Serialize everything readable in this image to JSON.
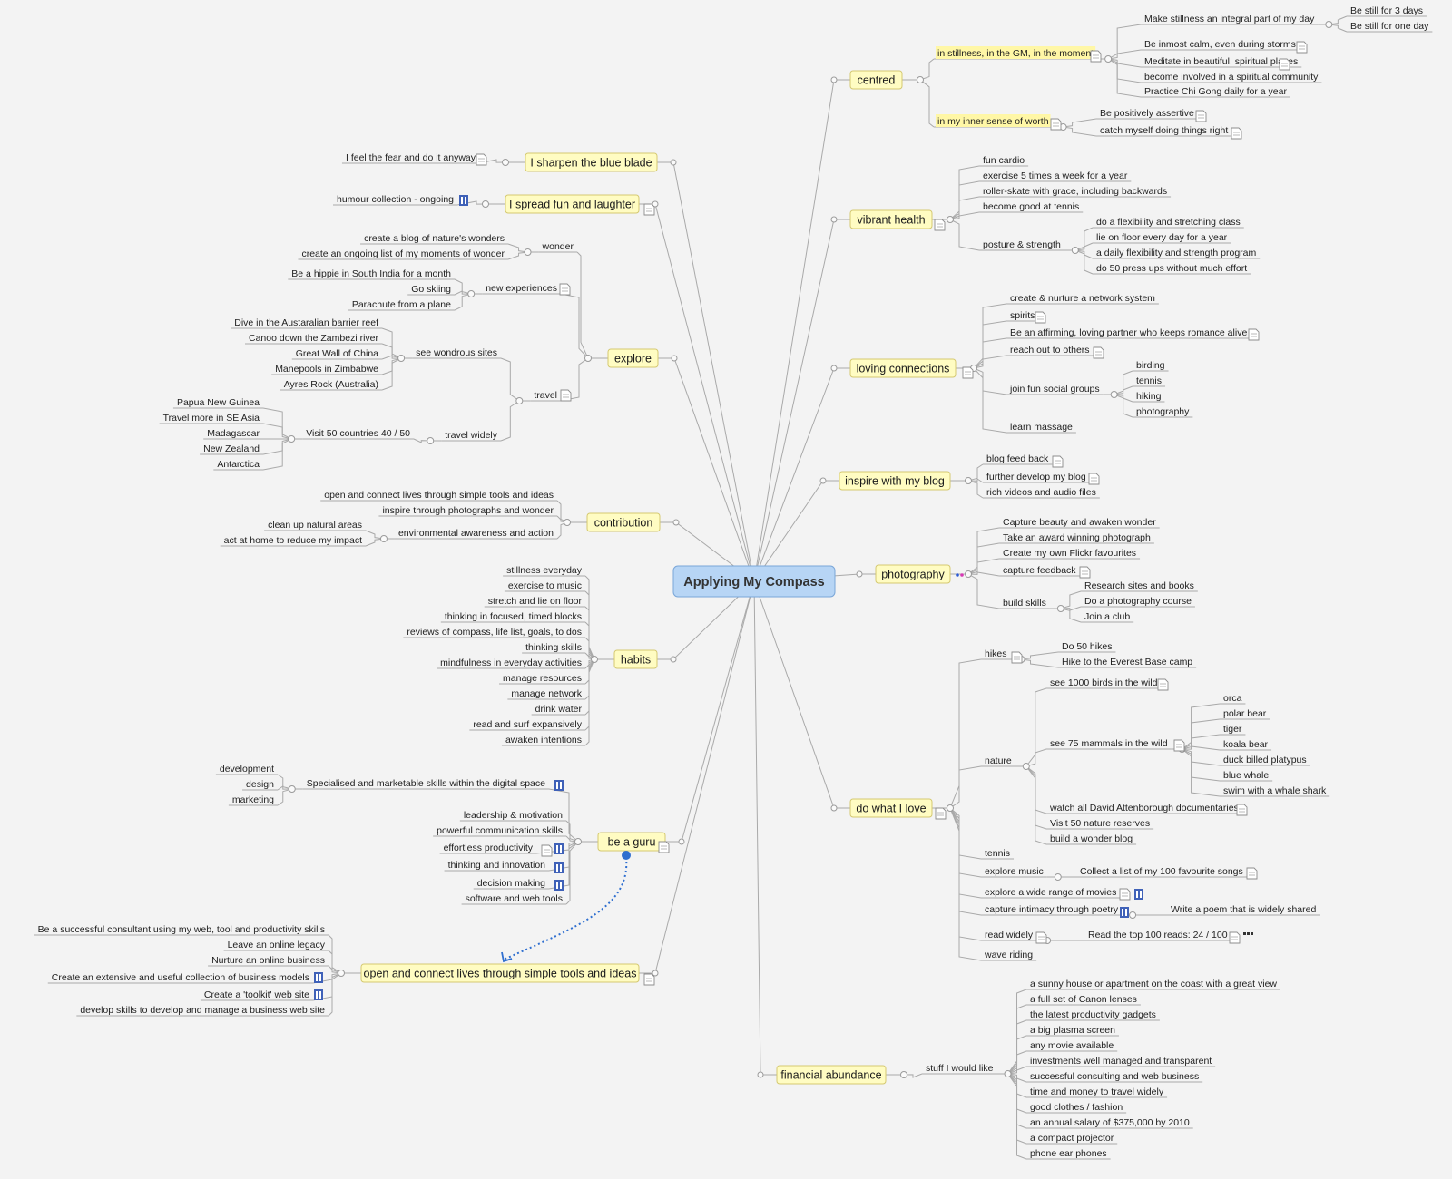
{
  "center": {
    "id": "c",
    "label": "Applying My Compass"
  },
  "main_topics": [
    {
      "id": "centred",
      "label": "centred"
    },
    {
      "id": "vibrant",
      "label": "vibrant health"
    },
    {
      "id": "loving",
      "label": "loving connections"
    },
    {
      "id": "inspire",
      "label": "inspire with my blog"
    },
    {
      "id": "photo",
      "label": "photography"
    },
    {
      "id": "dowhat",
      "label": "do what I love"
    },
    {
      "id": "financial",
      "label": "financial abundance"
    },
    {
      "id": "sharpen",
      "label": "I sharpen the blue blade"
    },
    {
      "id": "spread",
      "label": "I spread fun and laughter"
    },
    {
      "id": "explore",
      "label": "explore"
    },
    {
      "id": "contribution",
      "label": "contribution"
    },
    {
      "id": "habits",
      "label": "habits"
    },
    {
      "id": "guru",
      "label": "be a guru"
    },
    {
      "id": "openconnect",
      "label": "open and connect lives through simple tools and ideas"
    }
  ],
  "subtopics": [
    {
      "id": "stillness",
      "label": "in stillness, in the GM, in the moment",
      "highlight": true
    },
    {
      "id": "innerworth",
      "label": "in my inner sense of worth",
      "highlight": true
    },
    {
      "id": "s1",
      "label": "Make stillness an integral part of my day"
    },
    {
      "id": "s1a",
      "label": "Be still for 3 days"
    },
    {
      "id": "s1b",
      "label": "Be still for one day"
    },
    {
      "id": "s2",
      "label": "Be inmost calm, even during storms"
    },
    {
      "id": "s3",
      "label": "Meditate in beautiful, spiritual places"
    },
    {
      "id": "s4",
      "label": "become involved in a spiritual community"
    },
    {
      "id": "s5",
      "label": "Practice Chi Gong daily for a year"
    },
    {
      "id": "w1",
      "label": "Be positively assertive"
    },
    {
      "id": "w2",
      "label": "catch myself doing things right"
    },
    {
      "id": "v1",
      "label": "fun cardio"
    },
    {
      "id": "v2",
      "label": "exercise 5 times a week for a year"
    },
    {
      "id": "v3",
      "label": "roller-skate with grace, including backwards"
    },
    {
      "id": "v4",
      "label": "become good at tennis"
    },
    {
      "id": "v5",
      "label": "posture & strength"
    },
    {
      "id": "v5a",
      "label": "do a flexibility and stretching class"
    },
    {
      "id": "v5b",
      "label": "lie on floor every day for a year"
    },
    {
      "id": "v5c",
      "label": "a daily flexibility and strength program"
    },
    {
      "id": "v5d",
      "label": "do 50 press ups without much effort"
    },
    {
      "id": "l1",
      "label": "create & nurture a network system"
    },
    {
      "id": "l2",
      "label": "spirits"
    },
    {
      "id": "l3",
      "label": "Be an affirming, loving partner who keeps romance alive"
    },
    {
      "id": "l4",
      "label": "reach out to others"
    },
    {
      "id": "l5",
      "label": "join fun social groups"
    },
    {
      "id": "l5a",
      "label": "birding"
    },
    {
      "id": "l5b",
      "label": "tennis"
    },
    {
      "id": "l5c",
      "label": "hiking"
    },
    {
      "id": "l5d",
      "label": "photography"
    },
    {
      "id": "l6",
      "label": "learn massage"
    },
    {
      "id": "b1",
      "label": "blog feed back"
    },
    {
      "id": "b2",
      "label": "further develop my blog"
    },
    {
      "id": "b3",
      "label": "rich videos and audio files"
    },
    {
      "id": "p1",
      "label": "Capture beauty and awaken wonder"
    },
    {
      "id": "p2",
      "label": "Take an award winning photograph"
    },
    {
      "id": "p3",
      "label": "Create my own Flickr favourites"
    },
    {
      "id": "p4",
      "label": "capture feedback"
    },
    {
      "id": "p5",
      "label": "build skills"
    },
    {
      "id": "p5a",
      "label": "Research sites and books"
    },
    {
      "id": "p5b",
      "label": "Do a photography course"
    },
    {
      "id": "p5c",
      "label": "Join a club"
    },
    {
      "id": "d1",
      "label": "hikes"
    },
    {
      "id": "d1a",
      "label": "Do 50 hikes"
    },
    {
      "id": "d1b",
      "label": "Hike to the Everest Base camp"
    },
    {
      "id": "d2",
      "label": "nature"
    },
    {
      "id": "d2a",
      "label": "see 1000 birds in the wild"
    },
    {
      "id": "d2b",
      "label": "see 75 mammals in the wild"
    },
    {
      "id": "m1",
      "label": "orca"
    },
    {
      "id": "m2",
      "label": "polar bear"
    },
    {
      "id": "m3",
      "label": "tiger"
    },
    {
      "id": "m4",
      "label": "koala bear"
    },
    {
      "id": "m5",
      "label": "duck billed platypus"
    },
    {
      "id": "m6",
      "label": "blue whale"
    },
    {
      "id": "m7",
      "label": "swim with a whale shark"
    },
    {
      "id": "d2c",
      "label": "watch all David Attenborough documentaries"
    },
    {
      "id": "d2d",
      "label": "Visit 50 nature reserves"
    },
    {
      "id": "d2e",
      "label": "build a wonder blog"
    },
    {
      "id": "d3",
      "label": "tennis"
    },
    {
      "id": "d4",
      "label": "explore music"
    },
    {
      "id": "d4a",
      "label": "Collect a list of my 100 favourite songs"
    },
    {
      "id": "d5",
      "label": "explore a wide range of movies"
    },
    {
      "id": "d6",
      "label": "capture intimacy through poetry"
    },
    {
      "id": "d6a",
      "label": "Write a poem that is widely shared"
    },
    {
      "id": "d7",
      "label": "read widely"
    },
    {
      "id": "d7a",
      "label": "Read the top 100 reads: 24 / 100"
    },
    {
      "id": "d8",
      "label": "wave riding"
    },
    {
      "id": "f0",
      "label": "stuff I would like"
    },
    {
      "id": "f1",
      "label": "a sunny house or apartment on the coast with a great view"
    },
    {
      "id": "f2",
      "label": "a full set of Canon lenses"
    },
    {
      "id": "f3",
      "label": "the latest productivity gadgets"
    },
    {
      "id": "f4",
      "label": "a big plasma screen"
    },
    {
      "id": "f5",
      "label": "any movie available"
    },
    {
      "id": "f6",
      "label": "investments well managed and transparent"
    },
    {
      "id": "f7",
      "label": "successful consulting and web business"
    },
    {
      "id": "f8",
      "label": "time and money to travel widely"
    },
    {
      "id": "f9",
      "label": "good clothes / fashion"
    },
    {
      "id": "f10",
      "label": "an annual salary of $375,000 by 2010"
    },
    {
      "id": "f11",
      "label": "a compact projector"
    },
    {
      "id": "f12",
      "label": "phone ear phones"
    },
    {
      "id": "sh1",
      "label": "I feel the fear and do it anyway"
    },
    {
      "id": "sp1",
      "label": "humour collection - ongoing"
    },
    {
      "id": "e1",
      "label": "wonder"
    },
    {
      "id": "e1a",
      "label": "create a blog of nature's wonders"
    },
    {
      "id": "e1b",
      "label": "create an ongoing list of my moments of wonder"
    },
    {
      "id": "e2",
      "label": "new experiences"
    },
    {
      "id": "e2a",
      "label": "Be a hippie in South India for a month"
    },
    {
      "id": "e2b",
      "label": "Go skiing"
    },
    {
      "id": "e2c",
      "label": "Parachute from a plane"
    },
    {
      "id": "e3",
      "label": "travel"
    },
    {
      "id": "e3a",
      "label": "see wondrous sites"
    },
    {
      "id": "e3a1",
      "label": "Dive in the Austaralian barrier reef"
    },
    {
      "id": "e3a2",
      "label": "Canoo down the Zambezi river"
    },
    {
      "id": "e3a3",
      "label": "Great Wall of China"
    },
    {
      "id": "e3a4",
      "label": "Manepools in Zimbabwe"
    },
    {
      "id": "e3a5",
      "label": "Ayres Rock (Australia)"
    },
    {
      "id": "e3b",
      "label": "travel widely"
    },
    {
      "id": "e3b1",
      "label": "Visit 50 countries  40  /  50"
    },
    {
      "id": "c1",
      "label": "Papua New Guinea"
    },
    {
      "id": "c2",
      "label": "Travel more in SE Asia"
    },
    {
      "id": "c3",
      "label": "Madagascar"
    },
    {
      "id": "c4",
      "label": "New Zealand"
    },
    {
      "id": "c5",
      "label": "Antarctica"
    },
    {
      "id": "co1",
      "label": "open and connect lives through simple tools and ideas"
    },
    {
      "id": "co2",
      "label": "inspire through photographs and wonder"
    },
    {
      "id": "co3",
      "label": "environmental awareness and action"
    },
    {
      "id": "co3a",
      "label": "clean up natural areas"
    },
    {
      "id": "co3b",
      "label": "act at home to reduce my impact"
    },
    {
      "id": "h1",
      "label": "stillness everyday"
    },
    {
      "id": "h2",
      "label": "exercise to music"
    },
    {
      "id": "h3",
      "label": "stretch and lie on floor"
    },
    {
      "id": "h4",
      "label": "thinking in focused, timed blocks"
    },
    {
      "id": "h5",
      "label": "reviews of compass, life list, goals, to dos"
    },
    {
      "id": "h6",
      "label": "thinking skills"
    },
    {
      "id": "h7",
      "label": "mindfulness in everyday activities"
    },
    {
      "id": "h8",
      "label": "manage resources"
    },
    {
      "id": "h9",
      "label": "manage network"
    },
    {
      "id": "h10",
      "label": "drink water"
    },
    {
      "id": "h11",
      "label": "read and surf expansively"
    },
    {
      "id": "h12",
      "label": "awaken intentions"
    },
    {
      "id": "g1",
      "label": "Specialised and marketable skills within the digital space"
    },
    {
      "id": "g1a",
      "label": "development"
    },
    {
      "id": "g1b",
      "label": "design"
    },
    {
      "id": "g1c",
      "label": "marketing"
    },
    {
      "id": "g2",
      "label": "leadership & motivation"
    },
    {
      "id": "g3",
      "label": "powerful communication skills"
    },
    {
      "id": "g4",
      "label": "effortless productivity"
    },
    {
      "id": "g5",
      "label": "thinking and innovation"
    },
    {
      "id": "g6",
      "label": "decision making"
    },
    {
      "id": "g7",
      "label": "software and web tools"
    },
    {
      "id": "o1",
      "label": "Be a successful consultant using my web, tool and productivity skills"
    },
    {
      "id": "o2",
      "label": "Leave an online legacy"
    },
    {
      "id": "o3",
      "label": "Nurture an online business"
    },
    {
      "id": "o4",
      "label": "Create an extensive and useful collection of business models"
    },
    {
      "id": "o5",
      "label": "Create a 'toolkit' web site"
    },
    {
      "id": "o6",
      "label": "develop skills to develop and manage a business web site"
    }
  ],
  "colors": {
    "topic_fill": "#fffcc2",
    "center_fill": "#b7d5f5",
    "relationship": "#2f6fd0",
    "highlight": "#fff7a6"
  },
  "icons": {
    "note": "note-icon",
    "attachment": "attachment-icon",
    "more": "more-icon"
  }
}
